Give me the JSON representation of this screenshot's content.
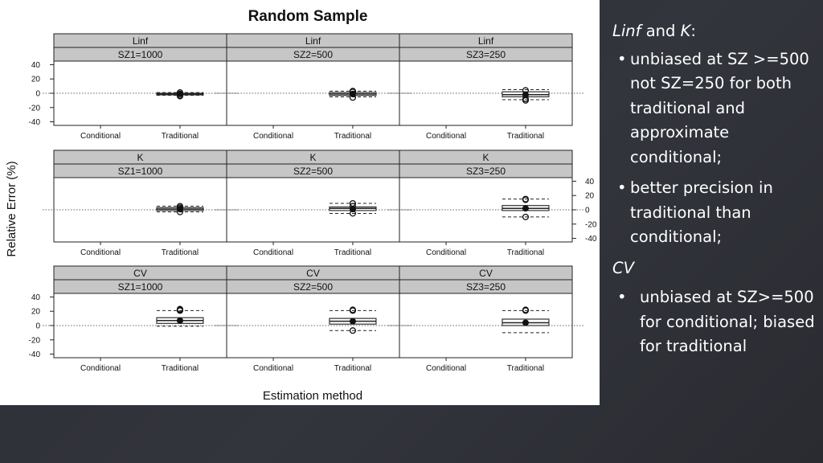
{
  "chart_data": {
    "type": "boxplot",
    "title": "Random Sample",
    "xlabel": "Estimation method",
    "ylabel": "Relative Error (%)",
    "ylim": [
      -45,
      45
    ],
    "y_ticks": [
      40,
      20,
      0,
      -20,
      -40
    ],
    "y_tick_labels": [
      "40",
      "20",
      "0",
      "-20",
      "-40"
    ],
    "categories": [
      "Conditional",
      "Traditional"
    ],
    "reference_line": 0,
    "rows": [
      {
        "strip": "Linf",
        "panels": [
          {
            "strip2": "SZ1=1000",
            "box": {
              "q1": -2,
              "median": -1,
              "q3": 0,
              "lw": -3,
              "uw": 1,
              "mean": -1,
              "outliers": [
                -3,
                1,
                -4
              ]
            }
          },
          {
            "strip2": "SZ2=500",
            "box": {
              "q1": -3,
              "median": -1,
              "q3": 1,
              "lw": -5,
              "uw": 3,
              "mean": -1,
              "outliers": [
                -6,
                2,
                3
              ]
            }
          },
          {
            "strip2": "SZ3=250",
            "box": {
              "q1": -5,
              "median": -2,
              "q3": 2,
              "lw": -9,
              "uw": 5,
              "mean": -2,
              "outliers": [
                -10,
                4,
                -8
              ]
            }
          }
        ]
      },
      {
        "strip": "K",
        "panels": [
          {
            "strip2": "SZ1=1000",
            "box": {
              "q1": -1,
              "median": 1,
              "q3": 3,
              "lw": -3,
              "uw": 5,
              "mean": 1,
              "outliers": [
                -3,
                5,
                3
              ]
            }
          },
          {
            "strip2": "SZ2=500",
            "box": {
              "q1": -1,
              "median": 2,
              "q3": 4,
              "lw": -5,
              "uw": 9,
              "mean": 1,
              "outliers": [
                -5,
                9,
                5
              ]
            }
          },
          {
            "strip2": "SZ3=250",
            "box": {
              "q1": -1,
              "median": 2,
              "q3": 6,
              "lw": -10,
              "uw": 15,
              "mean": 2,
              "outliers": [
                -10,
                15,
                14
              ]
            }
          }
        ]
      },
      {
        "strip": "CV",
        "panels": [
          {
            "strip2": "SZ1=1000",
            "box": {
              "q1": 3,
              "median": 7,
              "q3": 11,
              "lw": -1,
              "uw": 21,
              "mean": 7,
              "outliers": [
                21,
                22,
                23
              ]
            }
          },
          {
            "strip2": "SZ2=500",
            "box": {
              "q1": 2,
              "median": 6,
              "q3": 10,
              "lw": -7,
              "uw": 21,
              "mean": 6,
              "outliers": [
                -7,
                21,
                22
              ]
            }
          },
          {
            "strip2": "SZ3=250",
            "box": {
              "q1": 0,
              "median": 4,
              "q3": 9,
              "lw": -10,
              "uw": 21,
              "mean": 4,
              "outliers": [
                21,
                22
              ]
            }
          }
        ]
      }
    ]
  },
  "notes": {
    "heading_part1": "Linf",
    "heading_and": " and ",
    "heading_part2": "K",
    "heading_colon": ":",
    "bullet_glyph": "•",
    "bullet1": "unbiased at SZ >=500 not SZ=250 for both traditional and approximate conditional;",
    "bullet2": "better precision in traditional than conditional;",
    "cv_heading": "CV",
    "bullet3": "unbiased at SZ>=500 for conditional; biased for traditional"
  },
  "colors": {
    "strip_fill": "#c6c6c6",
    "box_outline": "#333333",
    "background": "#2e3037",
    "text_light": "#ffffff"
  }
}
